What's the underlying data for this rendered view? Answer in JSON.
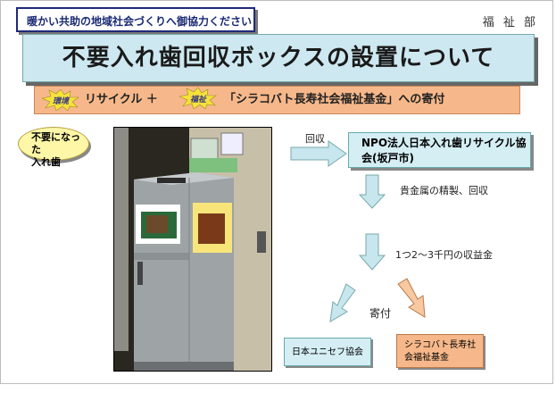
{
  "tagline": "暖かい共助の地域社会づくりへ御協力ください",
  "department": "福 祉 部",
  "title": "不要入れ歯回収ボックスの設置について",
  "subbar": {
    "badge_environment": "環境",
    "recycle_text": "リサイクル ＋",
    "badge_welfare": "福祉",
    "donation_text": "「シラコバト長寿社会福祉基金」への寄付"
  },
  "callout": "不要になった\n入れ歯",
  "flow": {
    "collection_label": "回収",
    "npo_name": "NPO法人日本入れ歯リサイクル協会(坂戸市)",
    "refine_label": "貴金属の精製、回収",
    "revenue_label": "1つ2～3千円の収益金",
    "donation_label": "寄付",
    "unicef": "日本ユニセフ協会",
    "fund": "シラコバト長寿社会福祉基金"
  },
  "colors": {
    "title_bg": "#cde8f0",
    "subbar_bg": "#f6b88a",
    "arrow_blue": "#c7e6ee",
    "arrow_orange": "#f8c8a0"
  }
}
